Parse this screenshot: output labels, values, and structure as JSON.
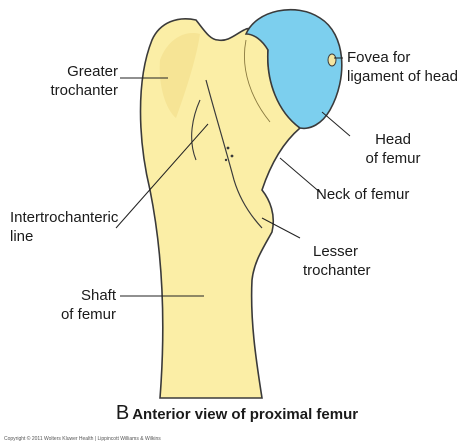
{
  "labels": {
    "greater_trochanter": [
      "Greater",
      "trochanter"
    ],
    "fovea": [
      "Fovea for",
      "ligament of head"
    ],
    "head": [
      "Head",
      "of femur"
    ],
    "neck": "Neck of femur",
    "intertrochanteric": [
      "Intertrochanteric",
      "line"
    ],
    "lesser_trochanter": [
      "Lesser",
      "trochanter"
    ],
    "shaft": [
      "Shaft",
      "of femur"
    ]
  },
  "caption": {
    "letter": "B",
    "text": "Anterior view of proximal femur"
  },
  "copyright": "Copyright © 2011 Wolters Kluwer Health | Lippincott Williams & Wilkins",
  "colors": {
    "bone": "#fbeea6",
    "bone_shade": "#e9d27a",
    "head": "#7ccfee",
    "outline": "#3a3a3a"
  }
}
